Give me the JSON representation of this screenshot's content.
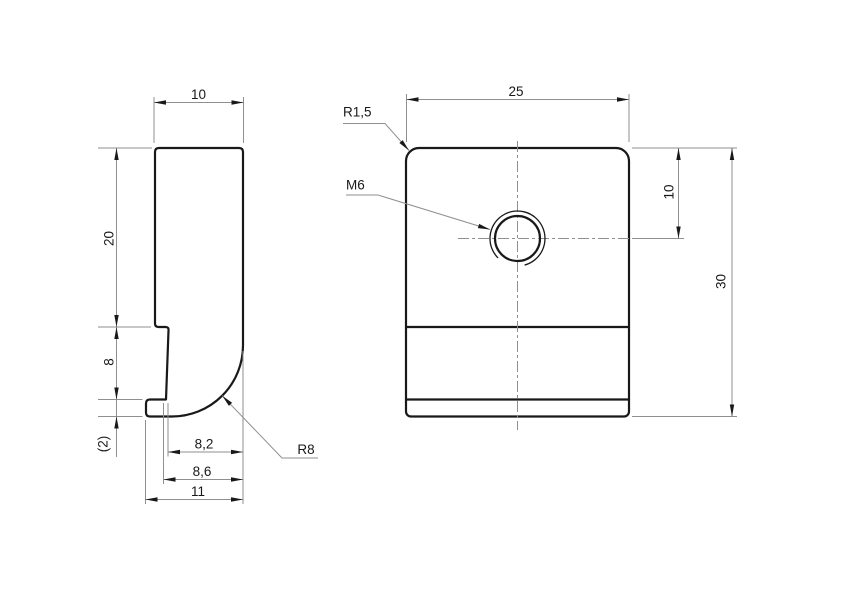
{
  "drawing": {
    "colors": {
      "bg": "#ffffff",
      "outline": "#191919",
      "thin": "#8f8f8f",
      "text": "#191919"
    },
    "side_view": {
      "dim_top_width": "10",
      "dim_upper_height": "20",
      "dim_mid_height": "8",
      "dim_lip_height": "(2)",
      "dim_recess_depth": "8,2",
      "dim_lip_recess_depth": "8,6",
      "dim_bottom_width": "11",
      "label_outer_radius": "R8"
    },
    "front_view": {
      "dim_width": "25",
      "label_corner_radius": "R1,5",
      "label_thread_size": "M6",
      "dim_hole_offset_from_top": "10",
      "dim_height": "30"
    }
  }
}
